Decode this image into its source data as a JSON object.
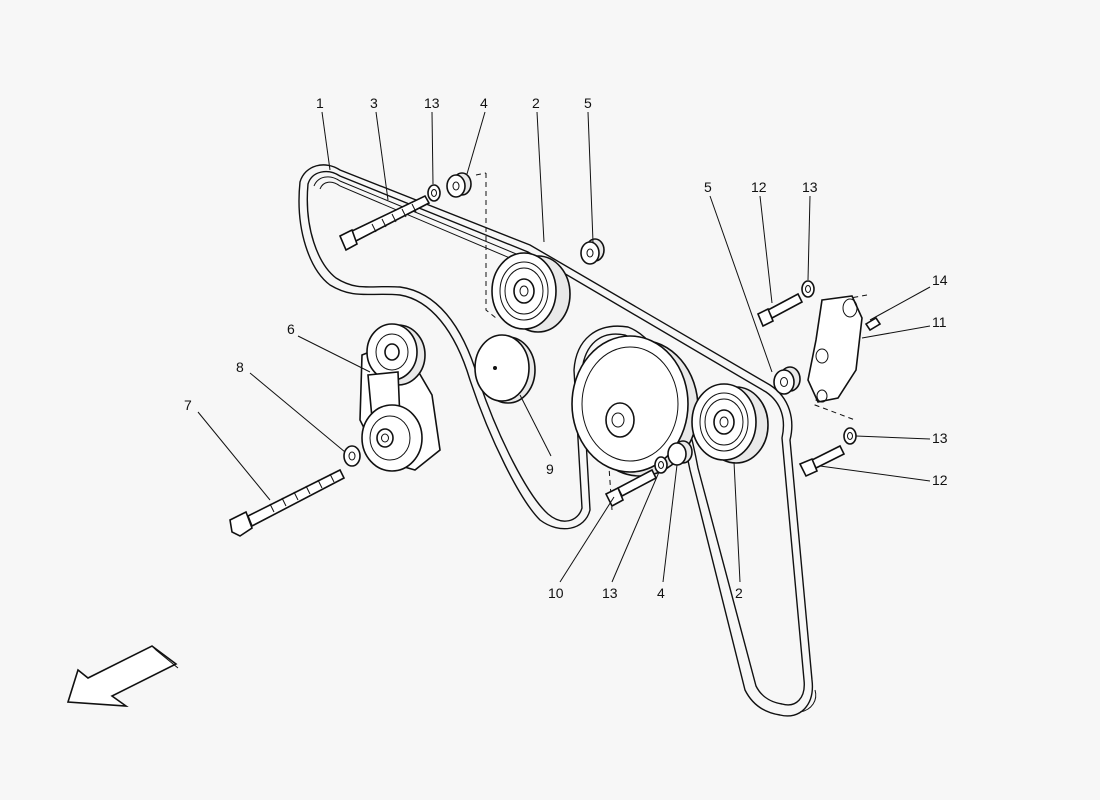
{
  "callouts": [
    {
      "id": "c1",
      "text": "1"
    },
    {
      "id": "c3",
      "text": "3"
    },
    {
      "id": "c13a",
      "text": "13"
    },
    {
      "id": "c4a",
      "text": "4"
    },
    {
      "id": "c2a",
      "text": "2"
    },
    {
      "id": "c5a",
      "text": "5"
    },
    {
      "id": "c5b",
      "text": "5"
    },
    {
      "id": "c12a",
      "text": "12"
    },
    {
      "id": "c13b",
      "text": "13"
    },
    {
      "id": "c14",
      "text": "14"
    },
    {
      "id": "c11",
      "text": "11"
    },
    {
      "id": "c6",
      "text": "6"
    },
    {
      "id": "c8",
      "text": "8"
    },
    {
      "id": "c7",
      "text": "7"
    },
    {
      "id": "c9",
      "text": "9"
    },
    {
      "id": "c13c",
      "text": "13"
    },
    {
      "id": "c12b",
      "text": "12"
    },
    {
      "id": "c10",
      "text": "10"
    },
    {
      "id": "c13d",
      "text": "13"
    },
    {
      "id": "c4b",
      "text": "4"
    },
    {
      "id": "c2b",
      "text": "2"
    }
  ]
}
